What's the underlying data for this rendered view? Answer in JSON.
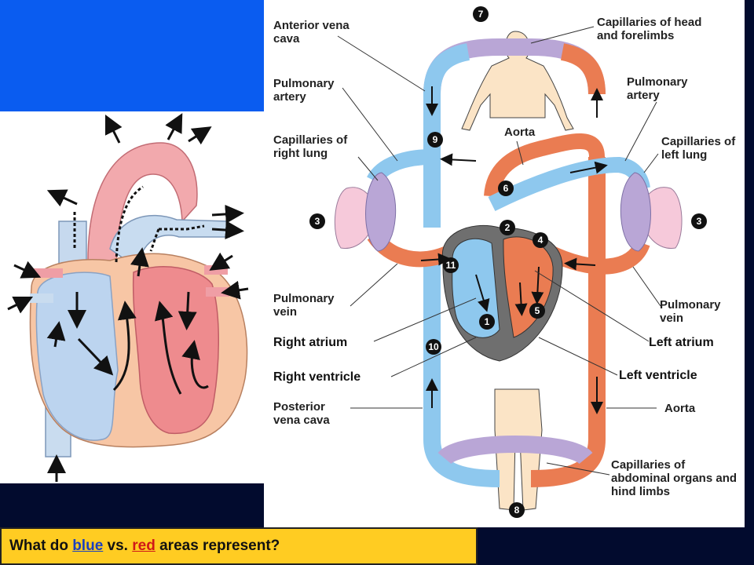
{
  "diagram": {
    "labels": {
      "anterior_vena_cava": "Anterior vena cava",
      "capillaries_head": "Capillaries of head and forelimbs",
      "pulmonary_artery_left": "Pulmonary artery",
      "pulmonary_artery_right": "Pulmonary artery",
      "capillaries_right_lung": "Capillaries of right lung",
      "capillaries_left_lung": "Capillaries of left lung",
      "aorta_top": "Aorta",
      "pulmonary_vein_left": "Pulmonary vein",
      "pulmonary_vein_right": "Pulmonary vein",
      "right_atrium": "Right atrium",
      "right_ventricle": "Right ventricle",
      "left_atrium": "Left atrium",
      "left_ventricle": "Left ventricle",
      "posterior_vena_cava": "Posterior vena cava",
      "aorta_bottom": "Aorta",
      "capillaries_abdominal": "Capillaries of abdominal organs and hind limbs"
    },
    "numbers": {
      "n7": "7",
      "n9": "9",
      "n6": "6",
      "n2": "2",
      "n4": "4",
      "n3_left": "3",
      "n3_right": "3",
      "n11": "11",
      "n1": "1",
      "n5": "5",
      "n10": "10",
      "n8": "8"
    },
    "colors": {
      "deoxygenated": "#8ec8ee",
      "oxygenated": "#ea7c52",
      "capillary": "#b9a6d6",
      "heart_dark": "#6f6f6f"
    }
  },
  "caption": {
    "prefix": "What do ",
    "word_blue": "blue",
    "middle": " vs. ",
    "word_red": "red",
    "suffix": " areas represent?",
    "color_blue": "#1a3fbf",
    "color_red": "#d01818"
  }
}
